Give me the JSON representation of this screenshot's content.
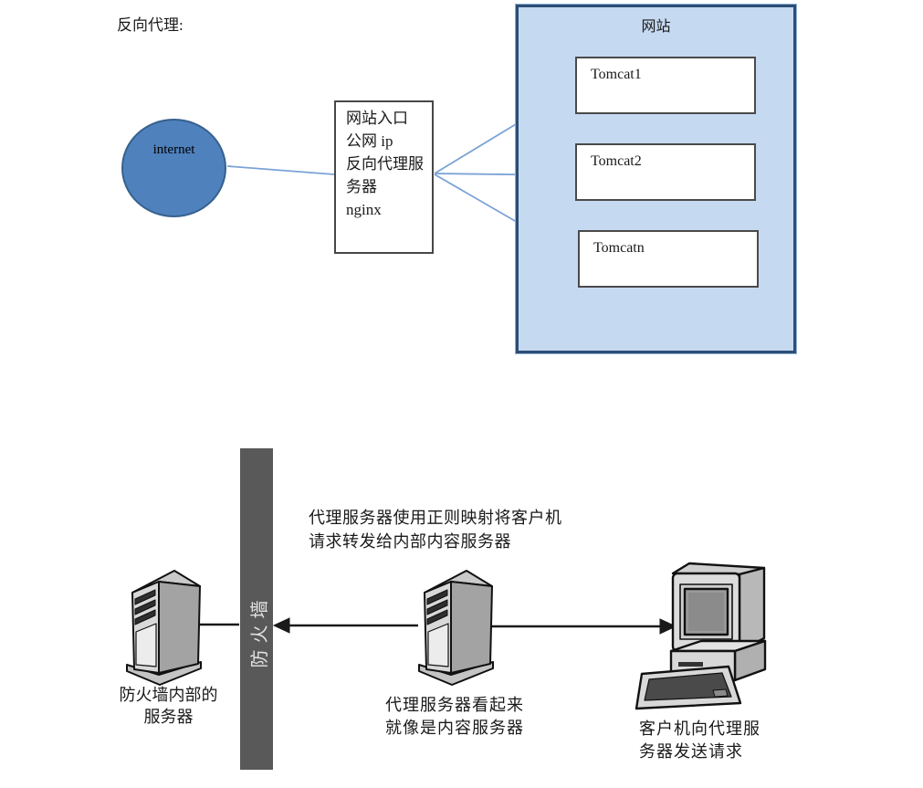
{
  "title": "反向代理:",
  "top_diagram": {
    "internet": {
      "label": "internet",
      "fill": "#4f81bd",
      "border": "#36618e"
    },
    "proxy_box": {
      "text": "网站入口\n公网 ip\n反向代理服\n务器\nnginx"
    },
    "site_box": {
      "title": "网站",
      "fill": "#c5d9f1",
      "border": "#2b4e74"
    },
    "tomcats": [
      {
        "label": "Tomcat1"
      },
      {
        "label": "Tomcat2"
      },
      {
        "label": "Tomcatn"
      }
    ],
    "connector_color": "#7ca3d6"
  },
  "bottom_diagram": {
    "firewall": {
      "label": "防火墙",
      "bar_color": "#595959",
      "label_color": "#e2e2e2"
    },
    "note": "代理服务器使用正则映射将客户机\n请求转发给内部内容服务器",
    "left_server_caption": "防火墙内部的\n服务器",
    "middle_server_caption": "代理服务器看起来\n就像是内容服务器",
    "client_caption": "客户机向代理服\n务器发送请求",
    "arrow_color": "#1a1a1a",
    "server_colors": {
      "front": "#d8d8d8",
      "side": "#a3a3a3",
      "top": "#cacaca"
    }
  }
}
